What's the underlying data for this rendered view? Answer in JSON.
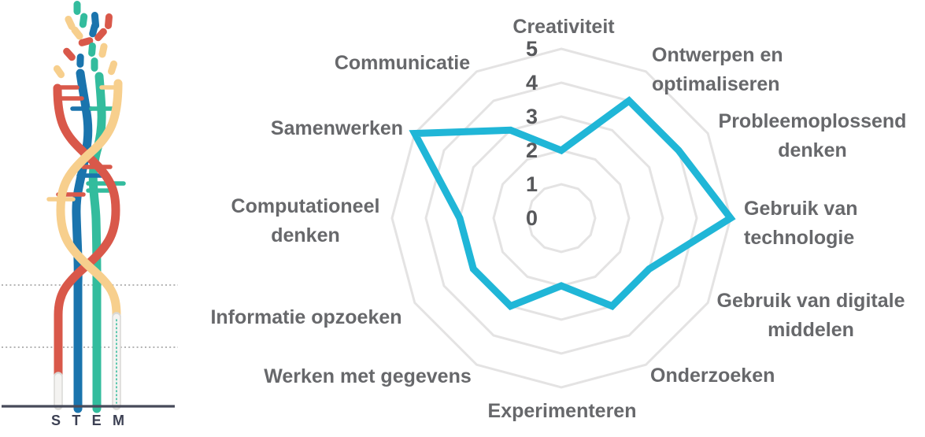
{
  "logo": {
    "name": "STEM DNA-helix logo",
    "letters": [
      "S",
      "T",
      "E",
      "M"
    ],
    "palette": {
      "red": "#d9584a",
      "blue": "#1a74ad",
      "teal": "#33bc9d",
      "yellow": "#f7cf8d",
      "baseline": "#474a5a",
      "letter_color": "#3c4053"
    }
  },
  "chart_data": {
    "type": "radar",
    "title": "",
    "categories": [
      "Creativiteit",
      "Ontwerpen en optimaliseren",
      "Probleemoplossend denken",
      "Gebruik van technologie",
      "Gebruik van digitale middelen",
      "Onderzoeken",
      "Experimenteren",
      "Werken met gegevens",
      "Informatie opzoeken",
      "Computationeel denken",
      "Samenwerken",
      "Communicatie"
    ],
    "values": [
      2,
      4,
      4,
      5,
      3,
      3,
      2,
      3,
      3,
      3,
      5,
      3
    ],
    "ylim": [
      0,
      5
    ],
    "tick_labels": [
      "0",
      "1",
      "2",
      "3",
      "4",
      "5"
    ],
    "num_axes": 12,
    "direction": "clockwise from top",
    "grid_shape": "concentric 12-gon rings, no radial spokes",
    "legend": "none",
    "line_color": "#20b6d7",
    "grid_color": "#e4e3e3",
    "label_color": "#67686b"
  }
}
